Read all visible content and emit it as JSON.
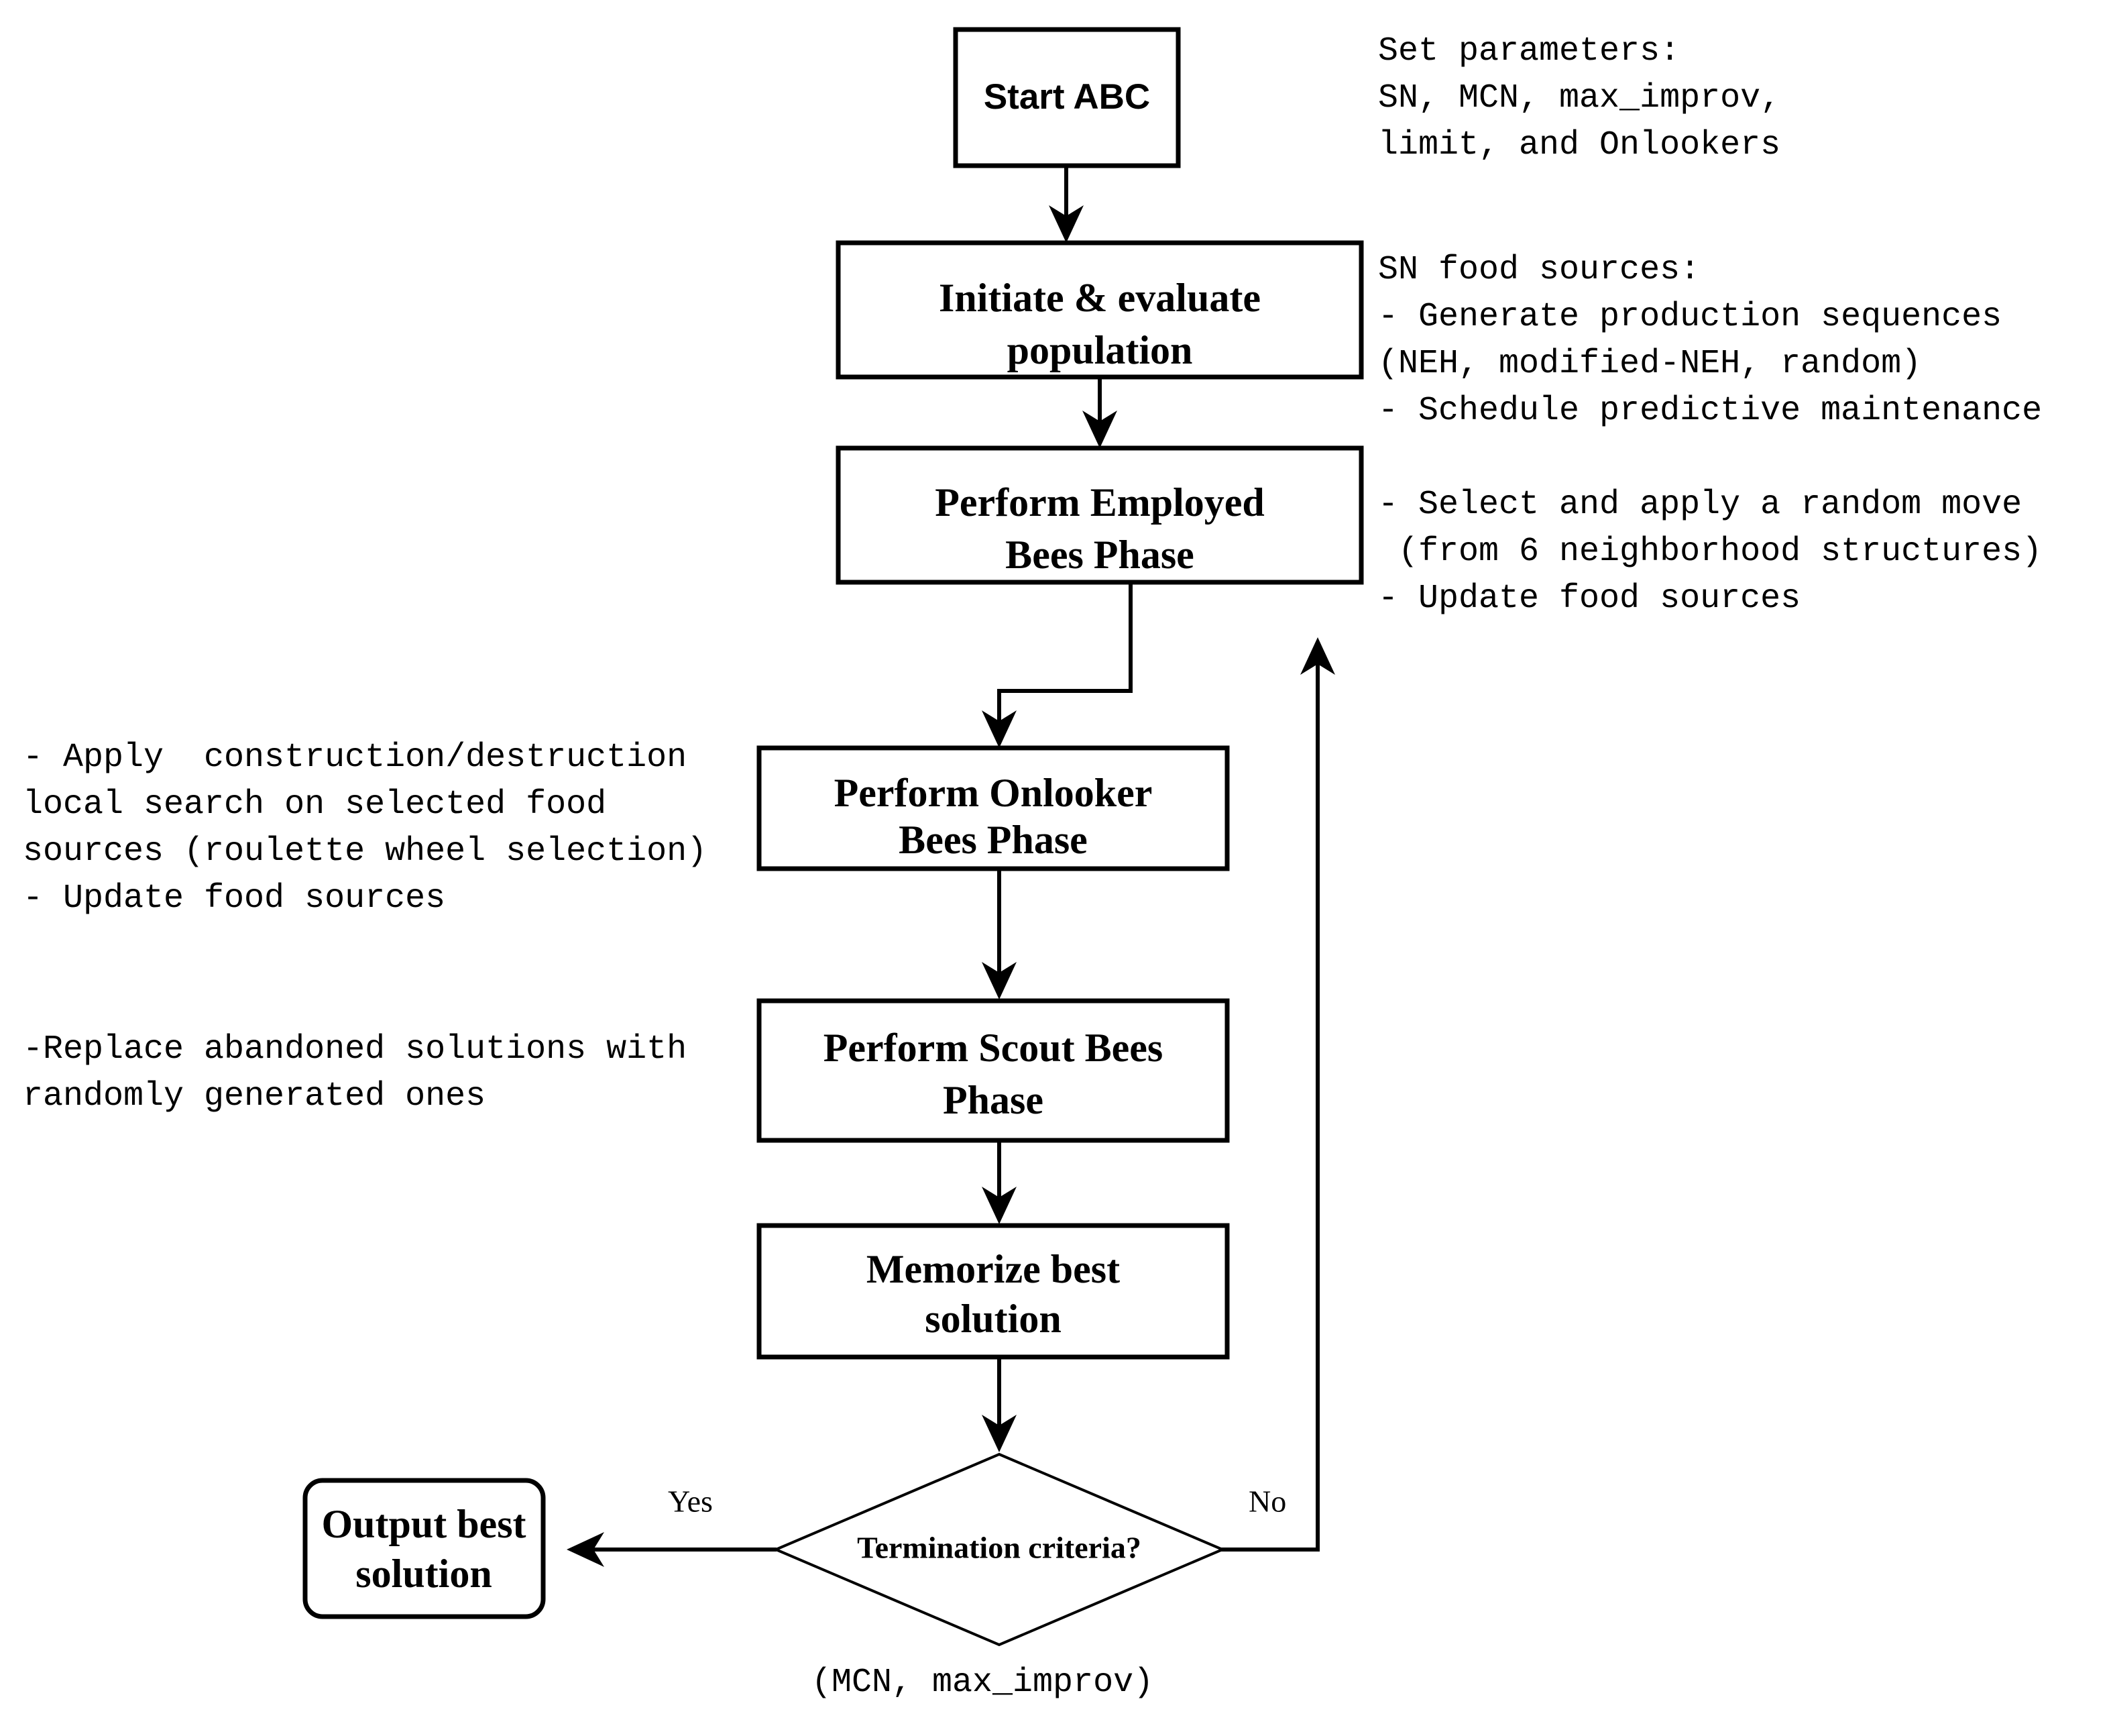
{
  "diagram": {
    "title": "Artificial Bee Colony (ABC) algorithm flowchart",
    "nodes": {
      "start": {
        "label": "Start ABC"
      },
      "initiate": {
        "line1": "Initiate & evaluate",
        "line2": "population"
      },
      "employed": {
        "line1": "Perform Employed",
        "line2": "Bees Phase"
      },
      "onlooker": {
        "line1": "Perform Onlooker",
        "line2": "Bees Phase"
      },
      "scout": {
        "line1": "Perform Scout Bees",
        "line2": "Phase"
      },
      "memorize": {
        "line1": "Memorize best",
        "line2": "solution"
      },
      "decision": {
        "label": "Termination criteria?"
      },
      "output": {
        "line1": "Output best",
        "line2": "solution"
      }
    },
    "edge_labels": {
      "yes": "Yes",
      "no": "No"
    },
    "annotations": {
      "start_params": "Set parameters:\nSN, MCN, max_improv,\nlimit, and Onlookers",
      "initiate_note": "SN food sources:\n- Generate production sequences\n(NEH, modified-NEH, random)\n- Schedule predictive maintenance",
      "employed_note": "- Select and apply a random move\n (from 6 neighborhood structures)\n- Update food sources",
      "onlooker_note": "- Apply  construction/destruction\nlocal search on selected food\nsources (roulette wheel selection)\n- Update food sources",
      "scout_note": "-Replace abandoned solutions with\nrandomly generated ones",
      "decision_caption": "(MCN, max_improv)"
    },
    "colors": {
      "stroke": "#000000",
      "fill": "#ffffff",
      "text": "#000000"
    }
  }
}
